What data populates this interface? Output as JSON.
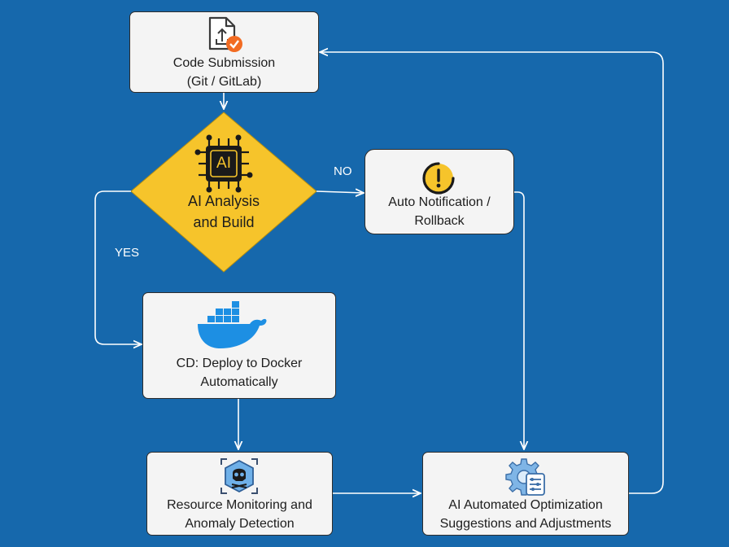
{
  "nodes": {
    "code_submission": {
      "line1": "Code Submission",
      "line2": "(Git / GitLab)",
      "icon": "file-upload-check-icon"
    },
    "ai_analysis": {
      "line1": "AI Analysis",
      "line2": "and Build",
      "icon": "ai-chip-icon",
      "chip_text": "AI"
    },
    "notification": {
      "line1": "Auto Notification /",
      "line2": "Rollback",
      "icon": "alert-circle-icon"
    },
    "deploy": {
      "line1": "CD: Deploy to Docker",
      "line2": "Automatically",
      "icon": "docker-whale-icon"
    },
    "monitoring": {
      "line1": "Resource Monitoring and",
      "line2": "Anomaly Detection",
      "icon": "monitoring-skull-icon"
    },
    "optimization": {
      "line1": "AI Automated Optimization",
      "line2": "Suggestions and Adjustments",
      "icon": "gear-settings-icon"
    }
  },
  "edges": {
    "no_label": "NO",
    "yes_label": "YES"
  },
  "colors": {
    "background": "#1668ac",
    "node_fill": "#f4f4f4",
    "decision_fill": "#f6c42b",
    "arrow": "#ffffff",
    "alert_yellow": "#f6c42b",
    "docker_blue": "#1d8fe3",
    "check_orange": "#f26b22"
  }
}
